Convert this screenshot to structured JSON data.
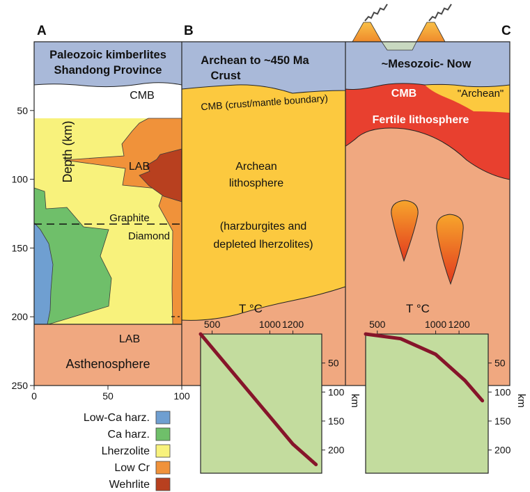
{
  "panels": {
    "a": {
      "letter": "A",
      "title_line1": "Paleozoic kimberlites",
      "title_line2": "Shandong Province",
      "cmb": "CMB",
      "lab_upper": "LAB",
      "graphite": "Graphite",
      "diamond": "Diamond",
      "lab_lower": "LAB",
      "asthenosphere": "Asthenosphere",
      "y_axis_label": "Depth (km)",
      "y_ticks": [
        "50",
        "100",
        "150",
        "200",
        "250"
      ],
      "x_ticks": [
        "0",
        "50",
        "100"
      ]
    },
    "b": {
      "letter": "B",
      "title_line1": "Archean to ~450 Ma",
      "title_line2": "Crust",
      "cmb": "CMB (crust/mantle boundary)",
      "litho_line1": "Archean",
      "litho_line2": "lithosphere",
      "litho_line3": "(harzburgites and",
      "litho_line4": "depleted lherzolites)",
      "temp_label": "T °C"
    },
    "c": {
      "letter": "C",
      "title": "~Mesozoic- Now",
      "cmb": "CMB",
      "archean": "\"Archean\"",
      "fertile": "Fertile lithosphere",
      "temp_label": "T °C"
    }
  },
  "legend": [
    {
      "label": "Low-Ca harz.",
      "color": "#6f9fd1"
    },
    {
      "label": "Ca harz.",
      "color": "#6fbf6a"
    },
    {
      "label": "Lherzolite",
      "color": "#f8f27c"
    },
    {
      "label": "Low Cr",
      "color": "#f0923a"
    },
    {
      "label": "Wehrlite",
      "color": "#b8401f"
    }
  ],
  "geotherm_b": {
    "x_ticks": [
      "500",
      "1000",
      "1200"
    ],
    "y_ticks": [
      "50",
      "100",
      "150",
      "200"
    ],
    "y_label": "km",
    "points": [
      [
        400,
        0
      ],
      [
        1200,
        190
      ],
      [
        1400,
        225
      ]
    ]
  },
  "geotherm_c": {
    "x_ticks": [
      "500",
      "1000",
      "1200"
    ],
    "y_ticks": [
      "50",
      "100",
      "150",
      "200"
    ],
    "y_label": "km",
    "points": [
      [
        400,
        0
      ],
      [
        700,
        8
      ],
      [
        1000,
        35
      ],
      [
        1250,
        80
      ],
      [
        1400,
        115
      ]
    ]
  },
  "colors": {
    "crust": "#a9b9d9",
    "archean_litho": "#fcc93f",
    "asthenosphere": "#f0a880",
    "fertile": "#e8402f",
    "lherzolite": "#f8f27c",
    "inset": "#c3dc9e",
    "geotherm": "#86152a"
  }
}
